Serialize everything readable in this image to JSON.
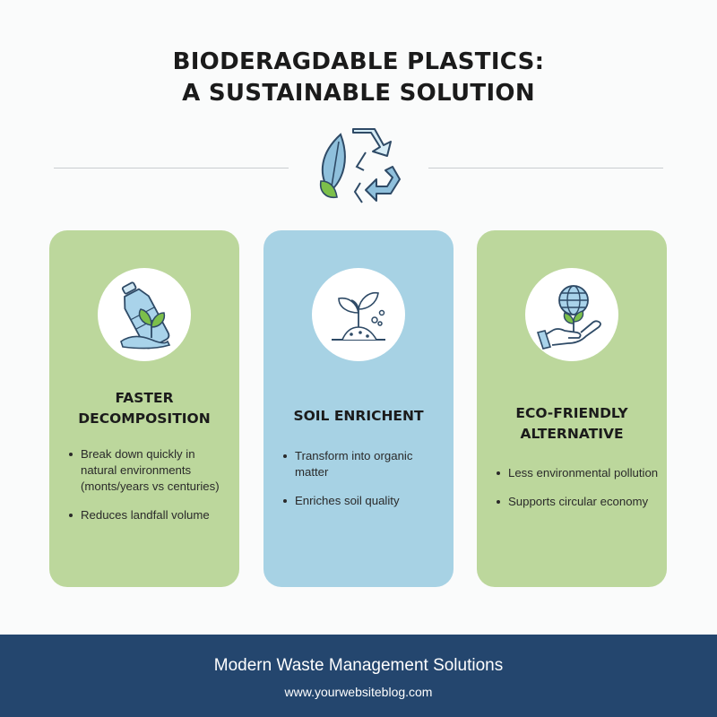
{
  "header": {
    "title_line1": "BIODERAGDABLE PLASTICS:",
    "title_line2": "A SUSTAINABLE SOLUTION",
    "icon": "recycle-leaf-icon"
  },
  "cards": [
    {
      "icon": "bottle-sprout-icon",
      "title_line1": "FASTER",
      "title_line2": "DECOMPOSITION",
      "points": [
        "Break down quickly in natural environments (monts/years vs centuries)",
        "Reduces landfall volume"
      ],
      "color": "#bcd79c"
    },
    {
      "icon": "soil-sprout-icon",
      "title_line1": "SOIL ENRICHENT",
      "points": [
        "Transform into organic matter",
        "Enriches soil quality"
      ],
      "color": "#a7d2e4"
    },
    {
      "icon": "hand-globe-icon",
      "title_line1": "ECO-FRIENDLY",
      "title_line2": "ALTERNATIVE",
      "points": [
        "Less environmental pollution",
        "Supports circular economy"
      ],
      "color": "#bcd79c"
    }
  ],
  "footer": {
    "title": "Modern Waste Management Solutions",
    "url": "www.yourwebsiteblog.com",
    "color": "#24466e"
  }
}
